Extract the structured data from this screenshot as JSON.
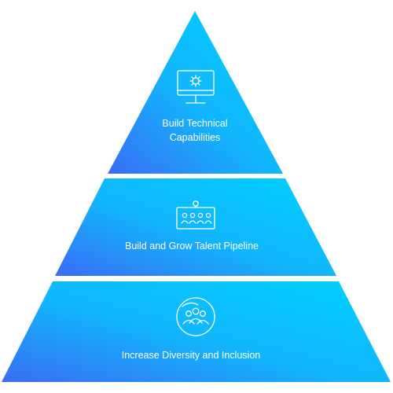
{
  "pyramid": {
    "tiers": [
      {
        "label_lines": [
          "Build Technical",
          "Capabilities"
        ],
        "icon": "monitor-gear-icon"
      },
      {
        "label_lines": [
          "Build and Grow Talent Pipeline"
        ],
        "icon": "team-presentation-icon"
      },
      {
        "label_lines": [
          "Increase Diversity and Inclusion"
        ],
        "icon": "diverse-group-circle-icon"
      }
    ],
    "colors": {
      "gradient_light": "#00d2ff",
      "gradient_dark": "#3a6cf6",
      "icon": "#ffffff",
      "text": "#ffffff",
      "background": "#ffffff"
    }
  }
}
